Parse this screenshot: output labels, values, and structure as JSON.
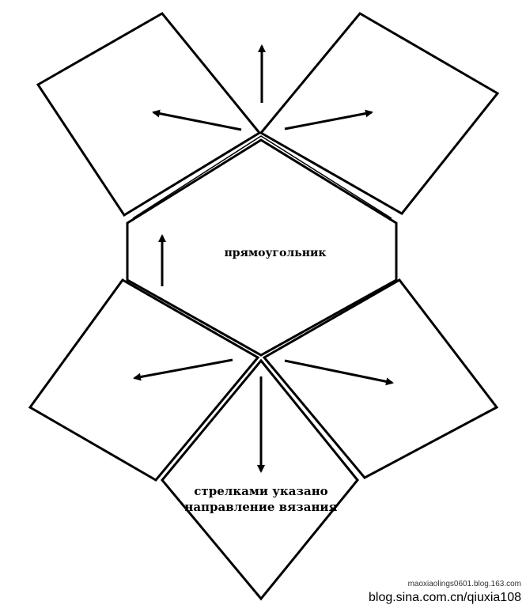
{
  "diagram": {
    "center_label": "прямоугольник",
    "note_line_1": "стрелками указано",
    "note_line_2": "направление вязания"
  },
  "watermark": {
    "main": "blog.sina.com.cn/qiuxia108",
    "secondary": "maoxiaolings0601.blog.163.com"
  },
  "colors": {
    "stroke": "#000000",
    "fill": "#ffffff"
  }
}
